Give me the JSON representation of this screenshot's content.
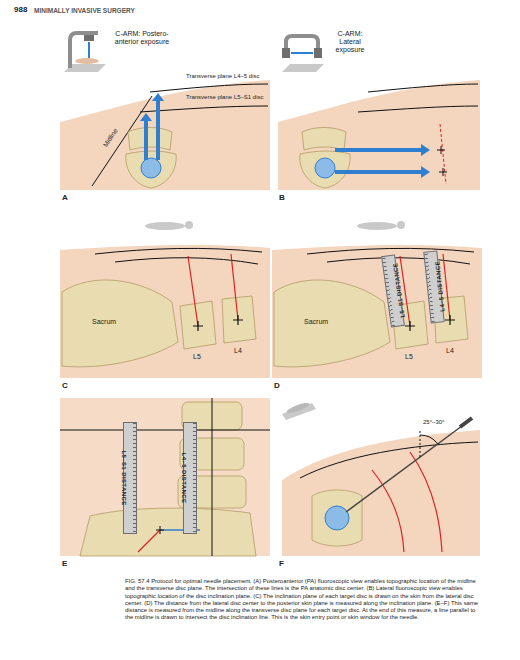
{
  "diagram": {
    "caption": "FIG. 57.4 Protocol for optimal needle placement. (A) Posteroanterior (PA) fluoroscopic view enables topographic location of the midline and the transverse disc plane. The intersection of these lines is the PA anatomic disc center. (B) Lateral fluoroscopic view enables topographic location of the disc inclination plane. (C) The inclination plane of each target disc is drawn on the skin from the lateral disc center. (D) The distance from the lateral disc center to the posterior skin plane is measured along the inclination plane. (E–F) This same distance is measured from the midline along the transverse disc plane for each target disc. At the end of this measure, a line parallel to the midline is drawn to intersect the disc inclination line. This is the skin entry point or skin window for the needle.",
    "nodes": [
      {
        "text": [
          "L5–S1 DISTANCE"
        ]
      },
      {
        "text": [
          "L4–5 DISTANCE"
        ]
      },
      {
        "text": [
          "L5–S1 DISTANCE"
        ]
      },
      {
        "text": [
          "L4–5 DISTANCE"
        ]
      }
    ],
    "labels": [
      "988",
      "MINIMALLY INVASIVE SURGERY",
      "C-ARM: Postero-anterior exposure",
      "Transverse plane L4–5 disc",
      "Transverse plane L5–S1 disc",
      "Midline",
      "A",
      "C-ARM: Lateral exposure",
      "B",
      "Sacrum",
      "L5",
      "L4",
      "C",
      "Sacrum",
      "L5",
      "L4",
      "D",
      "E",
      "25°–30°",
      "F"
    ]
  }
}
